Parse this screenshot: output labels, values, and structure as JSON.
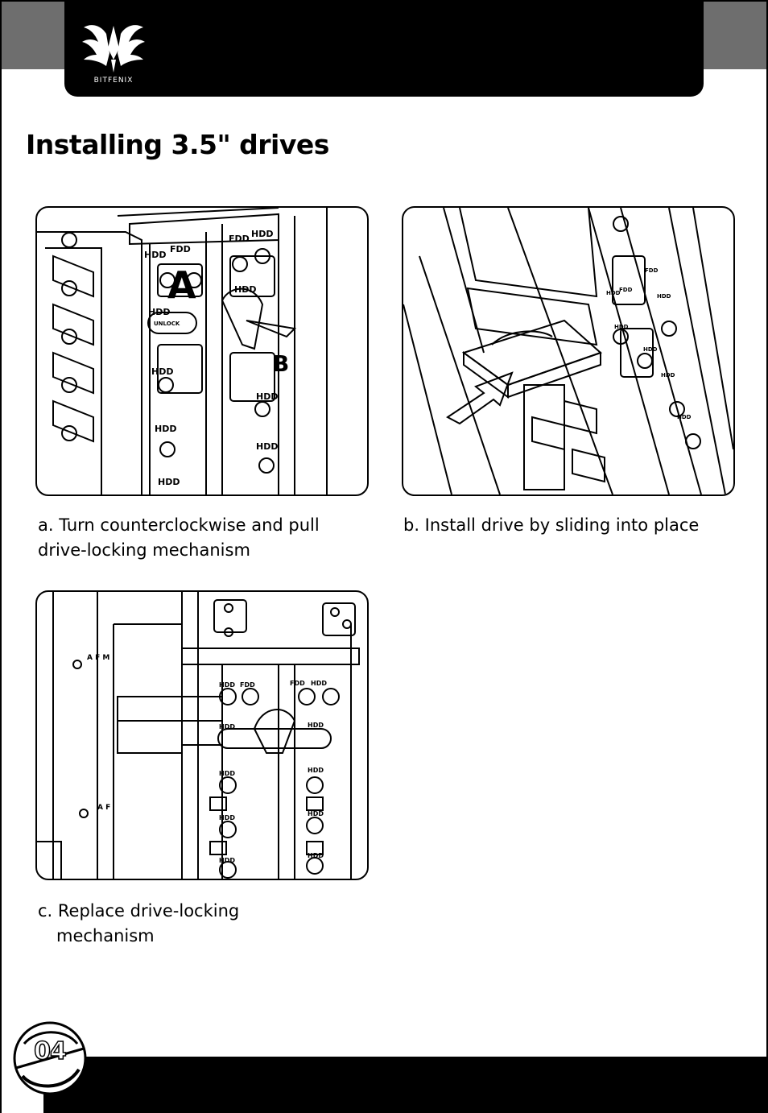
{
  "header": {
    "brand": "BITFENIX"
  },
  "page": {
    "title": "Installing 3.5\" drives",
    "number": "04"
  },
  "steps": [
    {
      "id": "a",
      "caption_line1": "a. Turn counterclockwise and pull",
      "caption_line2": "drive-locking mechanism",
      "labels": {
        "a": "A",
        "b": "B",
        "hdd": "HDD",
        "fdd": "FDD",
        "lock": "UNLOCK"
      }
    },
    {
      "id": "b",
      "caption_line1": "b. Install drive by sliding into place",
      "labels": {
        "hdd": "HDD",
        "fdd": "FDD"
      }
    },
    {
      "id": "c",
      "caption_line1": "c. Replace drive-locking",
      "caption_line2": "mechanism",
      "labels": {
        "hdd": "HDD",
        "fdd": "FDD",
        "afm": "A F M",
        "af": "A F"
      }
    }
  ]
}
